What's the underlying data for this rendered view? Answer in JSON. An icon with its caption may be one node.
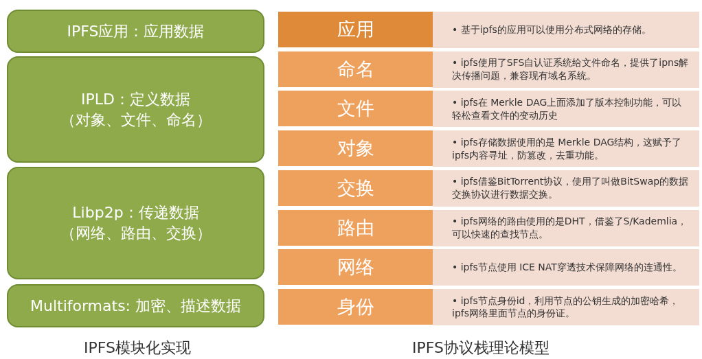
{
  "diagram": {
    "nodes": [
      {
        "text": [
          "IPFS应用：应用数据"
        ]
      },
      {
        "text": [
          "IPLD：定义数据",
          "（对象、文件、命名）"
        ]
      },
      {
        "text": [
          "Libp2p：传递数据",
          "（网络、路由、交换）"
        ]
      },
      {
        "text": [
          "Multiformats: 加密、描述数据"
        ]
      },
      {
        "text": [
          "应用"
        ]
      },
      {
        "text": [
          "• 基于ipfs的应用可以使用分布式网络的存储。"
        ]
      },
      {
        "text": [
          "命名"
        ]
      },
      {
        "text": [
          "• ipfs使用了SFS自认证系统给文件命名，提供了ipns解决传播问题，兼容现有域名系统。"
        ]
      },
      {
        "text": [
          "文件"
        ]
      },
      {
        "text": [
          "• ipfs在 Merkle DAG上面添加了版本控制功能，可以轻松查看文件的变动历史"
        ]
      },
      {
        "text": [
          "对象"
        ]
      },
      {
        "text": [
          "• ipfs存储数据使用的是 Merkle DAG结构，这赋予了ipfs内容寻址，防篡改，去重功能。"
        ]
      },
      {
        "text": [
          "交换"
        ]
      },
      {
        "text": [
          "• ipfs借鉴BitTorrent协议，使用了叫做BitSwap的数据交换协议进行数据交换。"
        ]
      },
      {
        "text": [
          "路由"
        ]
      },
      {
        "text": [
          "• ipfs网络的路由使用的是DHT，借鉴了S/Kademlia，可以快速的查找节点。"
        ]
      },
      {
        "text": [
          "网络"
        ]
      },
      {
        "text": [
          "• ipfs节点使用 ICE NAT穿透技术保障网络的连通性。"
        ]
      },
      {
        "text": [
          "身份"
        ]
      },
      {
        "text": [
          "• ipfs节点身份id，利用节点的公钥生成的加密哈希，ipfs网络里面节点的身份证。"
        ]
      }
    ],
    "edges": [],
    "labels": [
      "IPFS模块化实现",
      "IPFS协议栈理论模型"
    ]
  }
}
